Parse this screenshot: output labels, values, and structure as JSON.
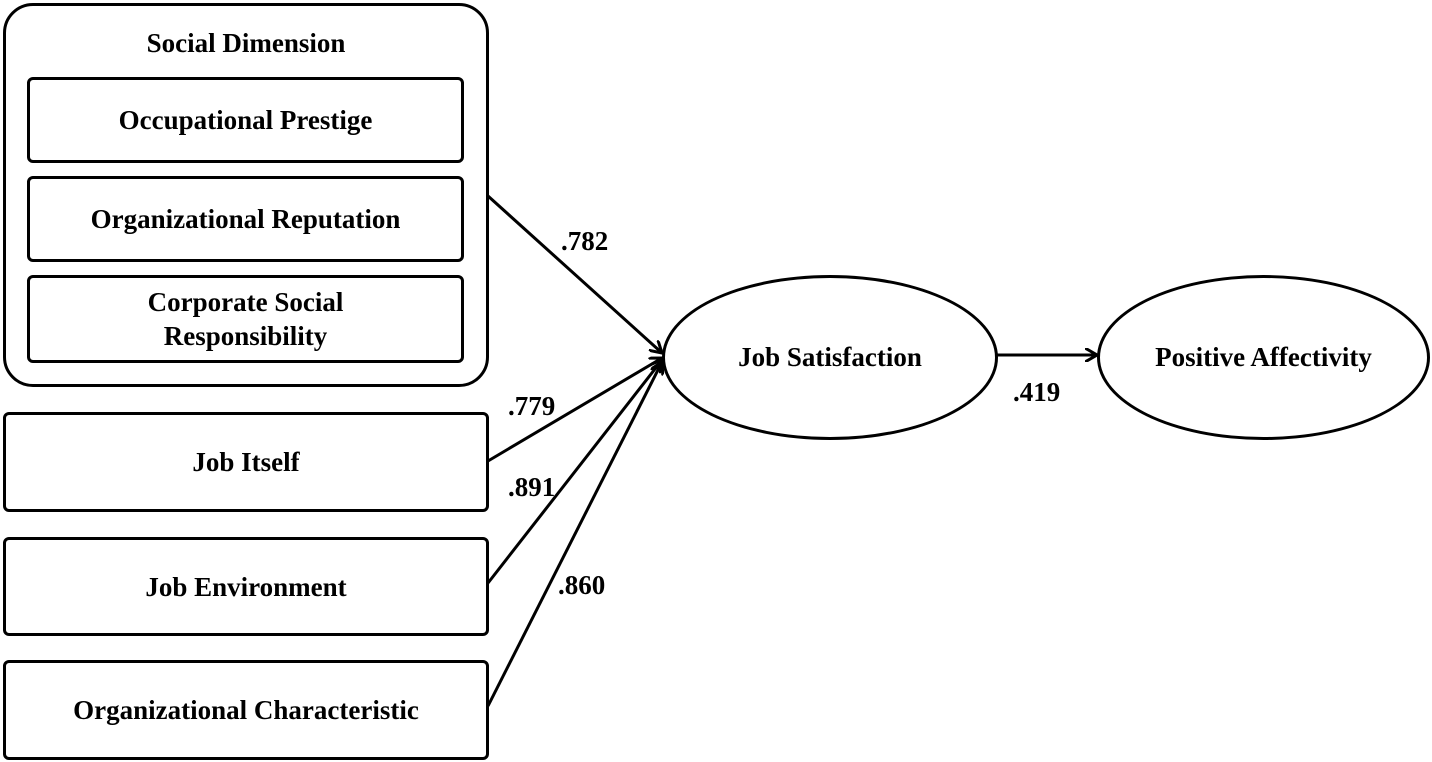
{
  "group": {
    "title": "Social Dimension",
    "items": [
      {
        "label": "Occupational Prestige"
      },
      {
        "label": "Organizational Reputation"
      },
      {
        "label": "Corporate Social Responsibility"
      }
    ]
  },
  "factors": [
    {
      "label": "Job Itself"
    },
    {
      "label": "Job Environment"
    },
    {
      "label": "Organizational Characteristic"
    }
  ],
  "mediator": {
    "label": "Job Satisfaction"
  },
  "outcome": {
    "label": "Positive Affectivity"
  },
  "coefficients": {
    "social_dimension": ".782",
    "job_itself": ".779",
    "job_environment": ".891",
    "organizational_characteristic": ".860",
    "job_satisfaction_to_positive_affectivity": ".419"
  },
  "colors": {
    "stroke": "#000000",
    "background": "#ffffff"
  }
}
